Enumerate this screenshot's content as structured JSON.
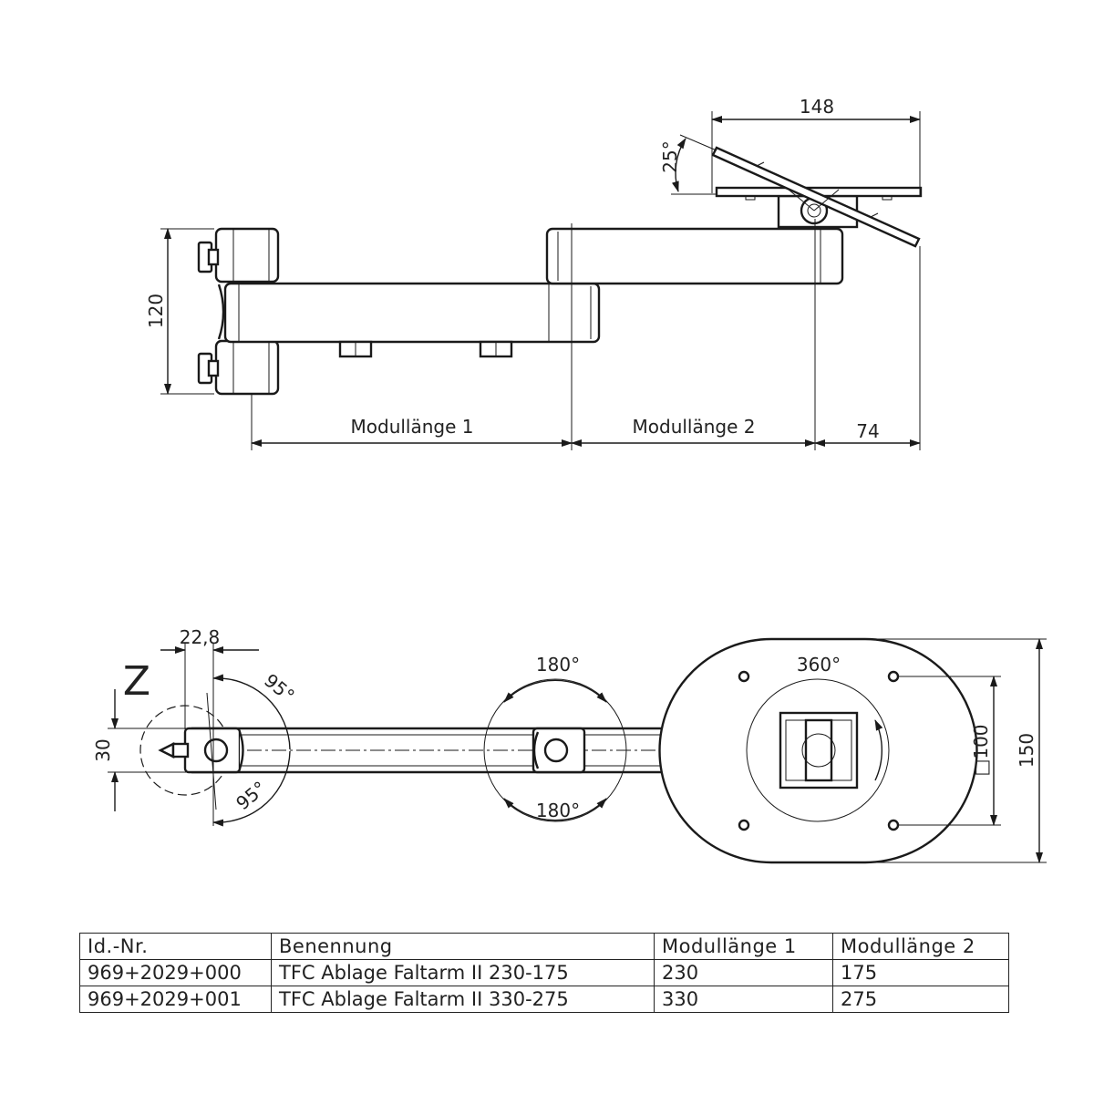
{
  "side_view": {
    "dim_width_top": "148",
    "dim_tilt_angle": "25°",
    "dim_height": "120",
    "dim_module_length_1": "Modullänge 1",
    "dim_module_length_2": "Modullänge 2",
    "dim_offset": "74"
  },
  "top_view": {
    "dim_offset": "22,8",
    "view_label": "Z",
    "dim_width": "30",
    "angle_upper": "95°",
    "angle_lower": "95°",
    "joint_angle_top": "180°",
    "joint_angle_bottom": "180°",
    "plate_rotation": "360°",
    "dim_hole_pattern": "□100",
    "dim_plate_size": "150"
  },
  "parts_table": {
    "headers": [
      "Id.-Nr.",
      "Benennung",
      "Modullänge 1",
      "Modullänge 2"
    ],
    "rows": [
      [
        "969+2029+000",
        "TFC Ablage Faltarm II 230-175",
        "230",
        "175"
      ],
      [
        "969+2029+001",
        "TFC Ablage Faltarm II 330-275",
        "330",
        "275"
      ]
    ]
  },
  "colors": {
    "line": "#1a1a1a",
    "text": "#222222",
    "background": "#ffffff"
  }
}
